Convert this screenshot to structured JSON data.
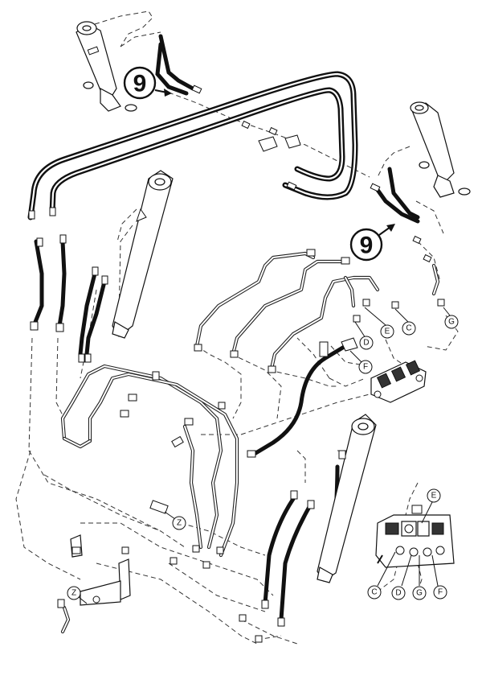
{
  "callouts": [
    {
      "id": "top-left",
      "label": "9"
    },
    {
      "id": "right",
      "label": "9"
    }
  ],
  "ports": {
    "D": "D",
    "E": "E",
    "C": "C",
    "G": "G",
    "F": "F"
  },
  "inset_ports": {
    "E": "E",
    "C": "C",
    "D": "D",
    "G": "G",
    "F": "F"
  },
  "z_labels": {
    "z1": "Z",
    "z2": "Z"
  }
}
